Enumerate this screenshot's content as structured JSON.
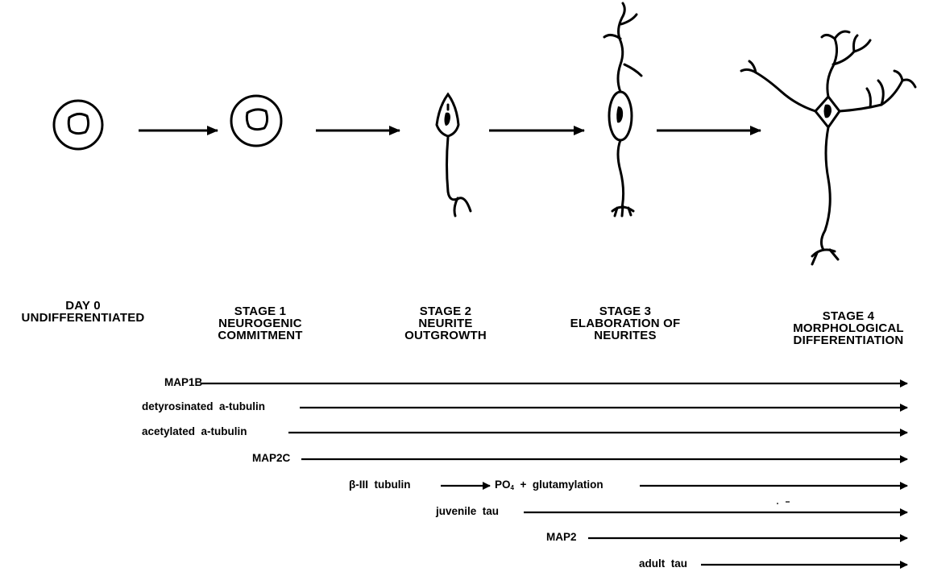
{
  "stages": [
    {
      "line1": "DAY  0",
      "line2": "UNDIFFERENTIATED",
      "line3": ""
    },
    {
      "line1": "STAGE  1",
      "line2": "NEUROGENIC",
      "line3": "COMMITMENT"
    },
    {
      "line1": "STAGE  2",
      "line2": "NEURITE",
      "line3": "OUTGROWTH"
    },
    {
      "line1": "STAGE  3",
      "line2": "ELABORATION  OF",
      "line3": "NEURITES"
    },
    {
      "line1": "STAGE  4",
      "line2": "MORPHOLOGICAL",
      "line3": "DIFFERENTIATION"
    }
  ],
  "markers": {
    "map1b": "MAP1B",
    "detyrosinated": "detyrosinated  a-tubulin",
    "acetylated": "acetylated  a-tubulin",
    "map2c": "MAP2C",
    "beta3": "β-III  tubulin",
    "po4_prefix": "PO",
    "po4_sub": "4",
    "po4_suffix": "  +  glutamylation",
    "juvenile_tau": "juvenile  tau",
    "map2": "MAP2",
    "adult_tau": "adult  tau"
  },
  "colors": {
    "ink": "#000000",
    "background": "#ffffff"
  }
}
